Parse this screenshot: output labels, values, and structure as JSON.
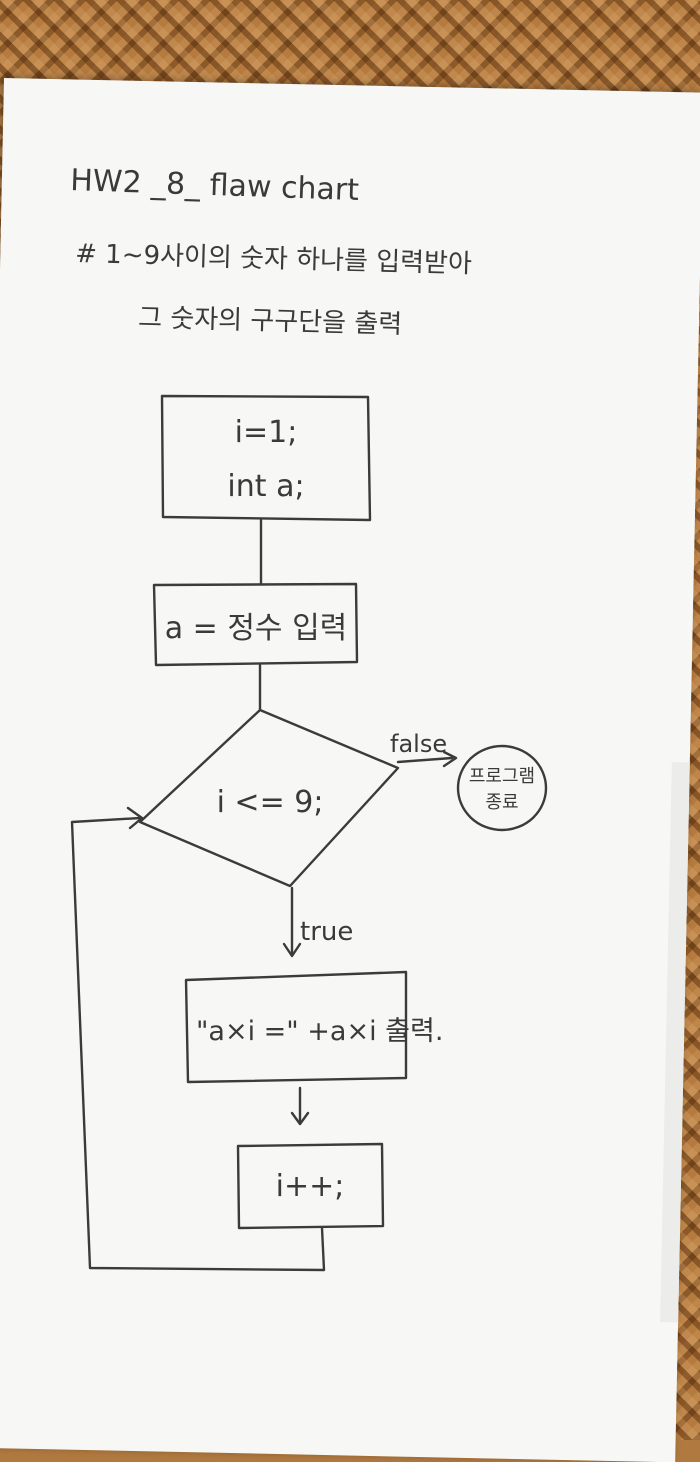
{
  "header": {
    "title": "HW2 _8_ flaw chart",
    "line1": "# 1~9사이의 숫자 하나를 입력받아",
    "line2": "그 숫자의 구구단을 출력"
  },
  "nodes": {
    "init_line1": "i=1;",
    "init_line2": "int a;",
    "input": "a = 정수 입력",
    "condition": "i <= 9;",
    "end_line1": "프로그램",
    "end_line2": "종료",
    "output": "\"a×i =\" +a×i 출력.",
    "increment": "i++;"
  },
  "edges": {
    "false_label": "false",
    "true_label": "true"
  },
  "colors": {
    "ink": "#3b3b3b",
    "paper": "#f7f7f5",
    "mat": "#b47a3e"
  }
}
